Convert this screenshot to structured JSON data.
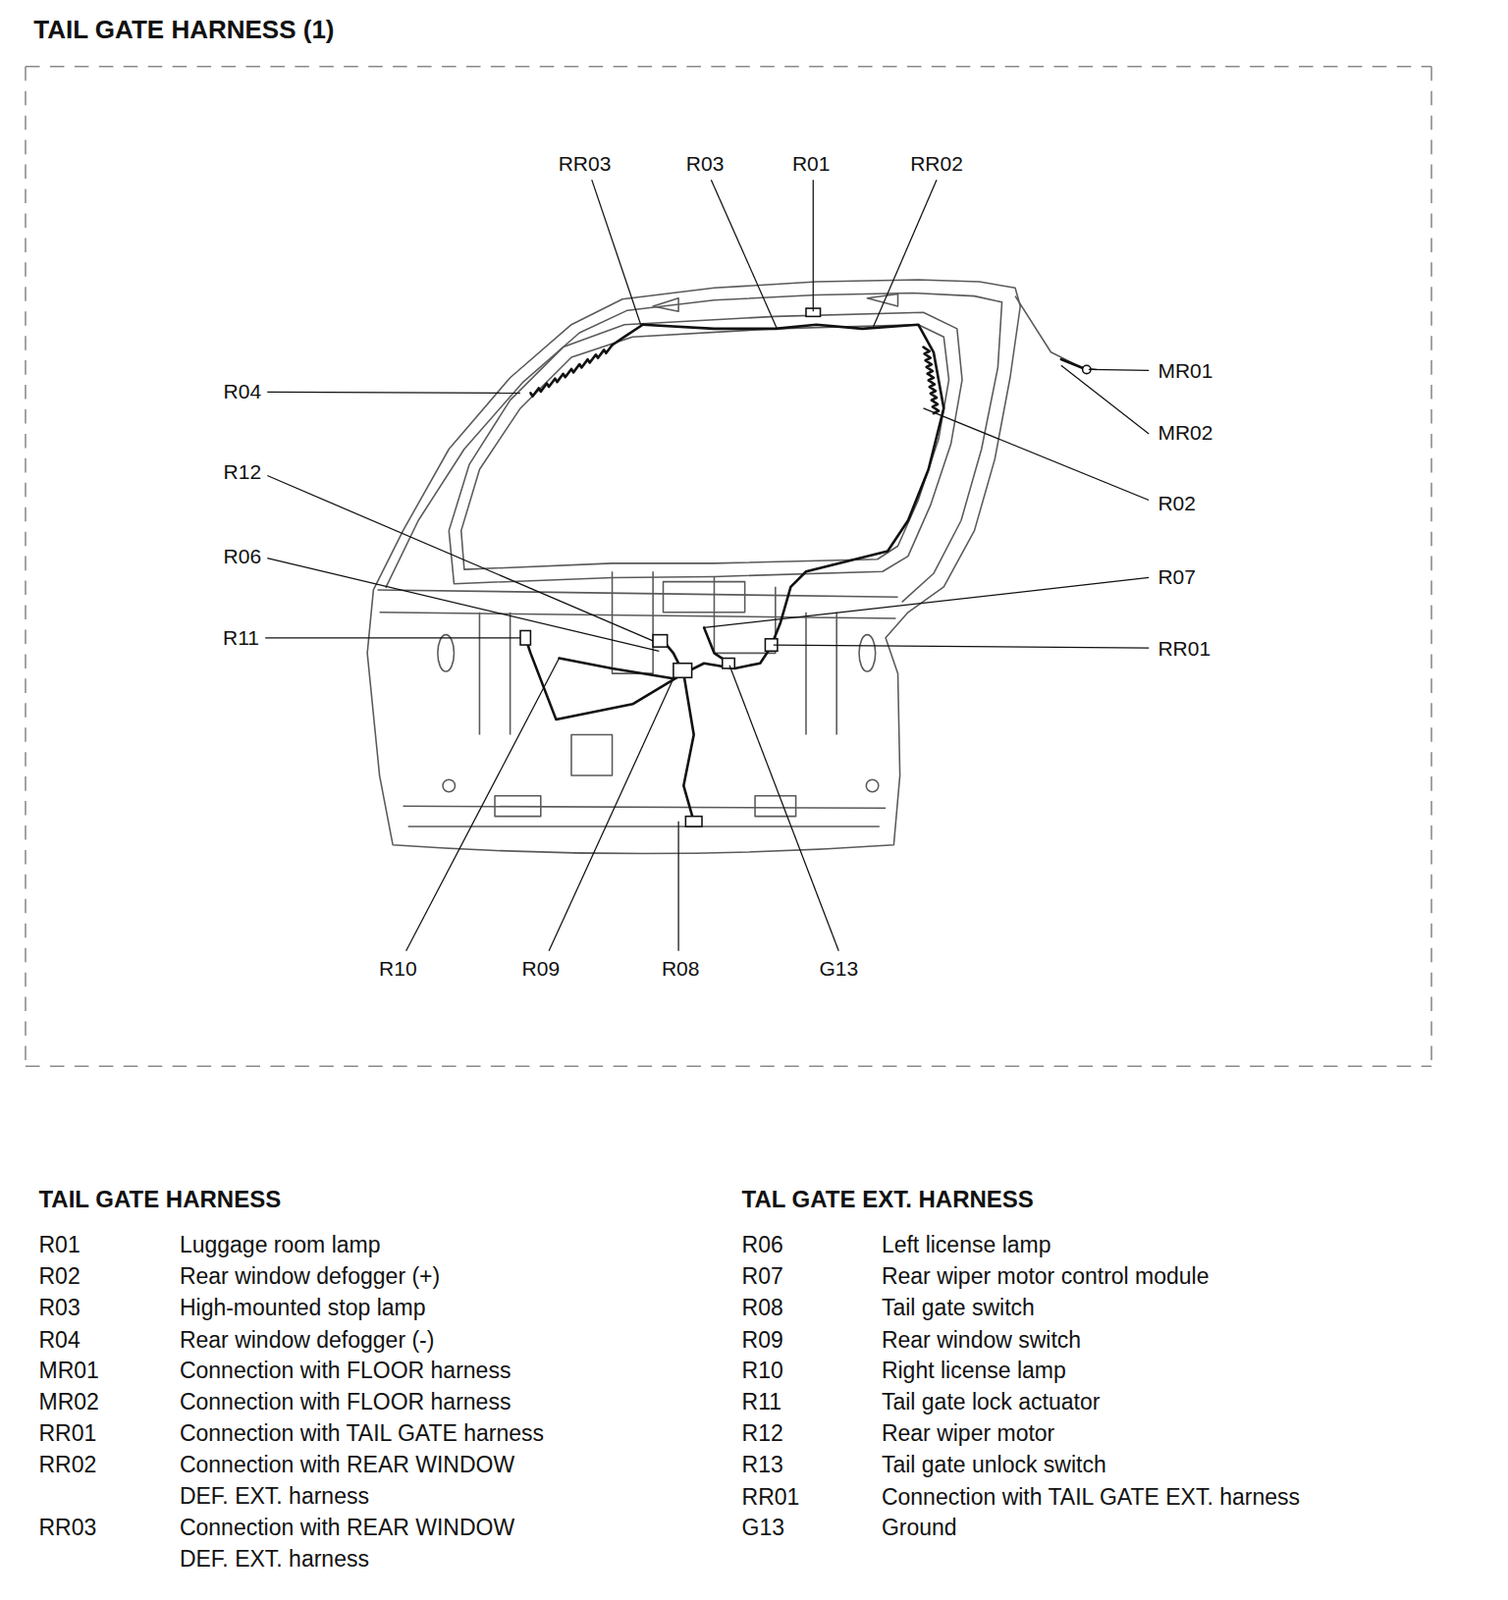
{
  "diagram": {
    "title": "TAIL GATE HARNESS (1)",
    "labels": [
      "RR03",
      "R03",
      "R01",
      "RR02",
      "MR01",
      "MR02",
      "R04",
      "R12",
      "R02",
      "R06",
      "R07",
      "R11",
      "RR01",
      "R10",
      "R09",
      "R08",
      "G13",
      "TAIL GATE HARNESS",
      "R01",
      "Luggage room lamp",
      "R02",
      "Rear window defogger (+)",
      "R03",
      "High-mounted stop lamp",
      "R04",
      "Rear window defogger (-)",
      "MR01",
      "Connection with FLOOR harness",
      "MR02",
      "Connection with FLOOR harness",
      "RR01",
      "Connection with TAIL GATE harness",
      "RR02",
      "Connection with REAR WINDOW DEF. EXT. harness",
      "RR03",
      "Connection with REAR WINDOW DEF. EXT. harness",
      "TAL GATE EXT. HARNESS",
      "R06",
      "Left license lamp",
      "R07",
      "Rear wiper motor control module",
      "R08",
      "Tail gate switch",
      "R09",
      "Rear window switch",
      "R10",
      "Right license lamp",
      "R11",
      "Tail gate lock actuator",
      "R12",
      "Rear wiper motor",
      "R13",
      "Tail gate unlock switch",
      "RR01",
      "Connection with TAIL GATE EXT. harness",
      "G13",
      "Ground"
    ]
  }
}
